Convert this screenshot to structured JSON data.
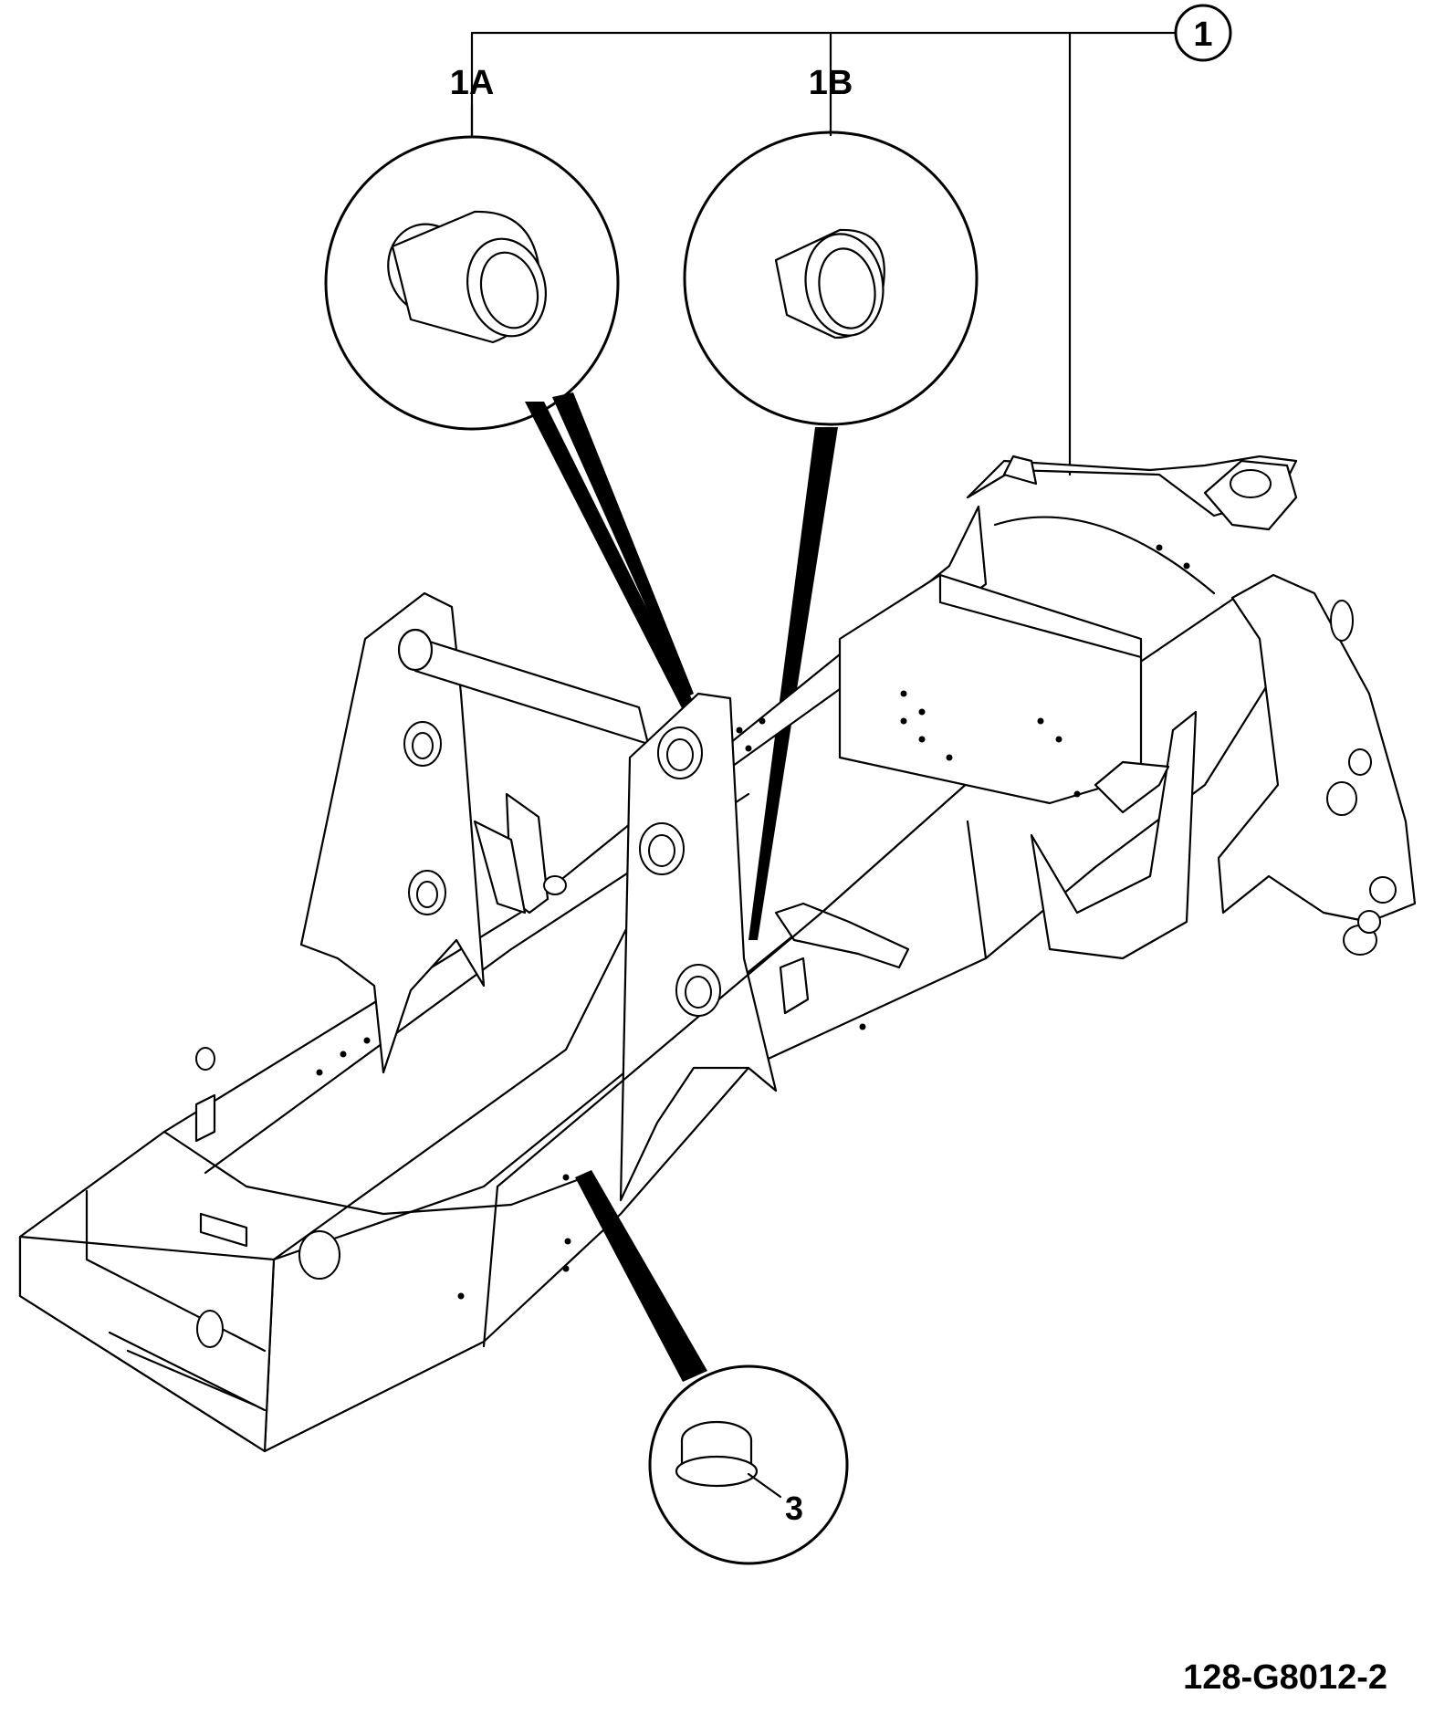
{
  "callouts": {
    "main": "1",
    "sub_a": "1A",
    "sub_b": "1B",
    "plug": "3"
  },
  "figure_id": "128-G8012-2",
  "colors": {
    "ink": "#000000",
    "paper": "#ffffff"
  }
}
